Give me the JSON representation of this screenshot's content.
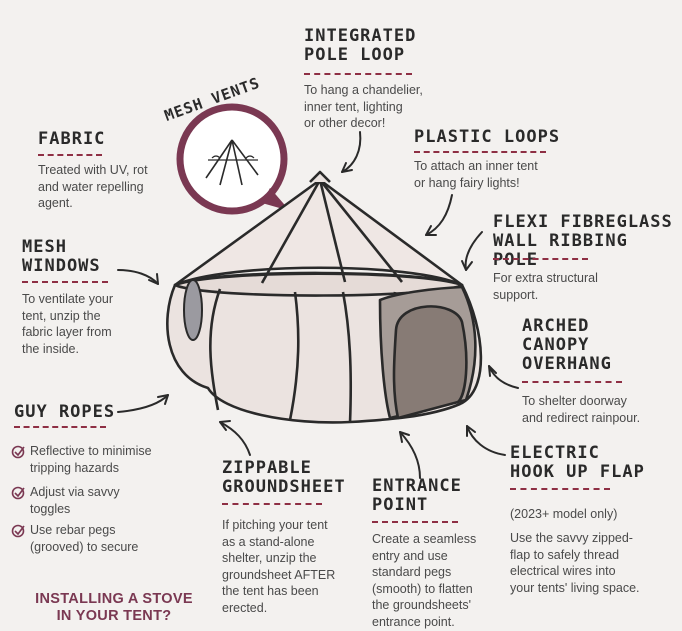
{
  "labels": {
    "pole_loop": {
      "title": "INTEGRATED\nPOLE LOOP",
      "text": "To hang a chandelier,\ninner tent, lighting\nor other decor!"
    },
    "mesh_vents": {
      "title": "MESH VENTS"
    },
    "fabric": {
      "title": "FABRIC",
      "text": "Treated with UV, rot\nand water repelling\nagent."
    },
    "plastic_loops": {
      "title": "PLASTIC LOOPS",
      "text": "To attach an inner tent\nor hang fairy lights!"
    },
    "flexi": {
      "title": "FLEXI FIBREGLASS\nWALL RIBBING POLE",
      "text": "For extra structural\nsupport."
    },
    "mesh_windows": {
      "title": "MESH\nWINDOWS",
      "text": "To ventilate your\ntent, unzip the\nfabric layer from\nthe inside."
    },
    "arched": {
      "title": "ARCHED\nCANOPY\nOVERHANG",
      "text": "To shelter doorway\nand redirect rainpour."
    },
    "guy_ropes": {
      "title": "GUY ROPES",
      "bullets": [
        "Reflective to minimise\ntripping hazards",
        "Adjust via savvy\ntoggles",
        "Use rebar pegs\n(grooved) to secure"
      ]
    },
    "electric": {
      "title": "ELECTRIC\nHOOK UP FLAP",
      "note": "(2023+ model only)",
      "text": "Use the savvy zipped-\nflap to safely thread\nelectrical wires into\nyour tents' living space."
    },
    "groundsheet": {
      "title": "ZIPPABLE\nGROUNDSHEET",
      "text": "If pitching your tent\nas a stand-alone\nshelter, unzip the\ngroundsheet AFTER\nthe tent has been\nerected."
    },
    "entrance": {
      "title": "ENTRANCE\nPOINT",
      "text": "Create a seamless\nentry and use\nstandard pegs\n(smooth) to flatten\nthe groundsheets'\nentrance point."
    }
  },
  "cta": "INSTALLING A STOVE\nIN YOUR TENT?",
  "colors": {
    "accent": "#8e2f44",
    "tent": "#ebe3e0",
    "door": "#8a7f79",
    "background": "#f3f1ef",
    "cta": "#7a3852"
  }
}
